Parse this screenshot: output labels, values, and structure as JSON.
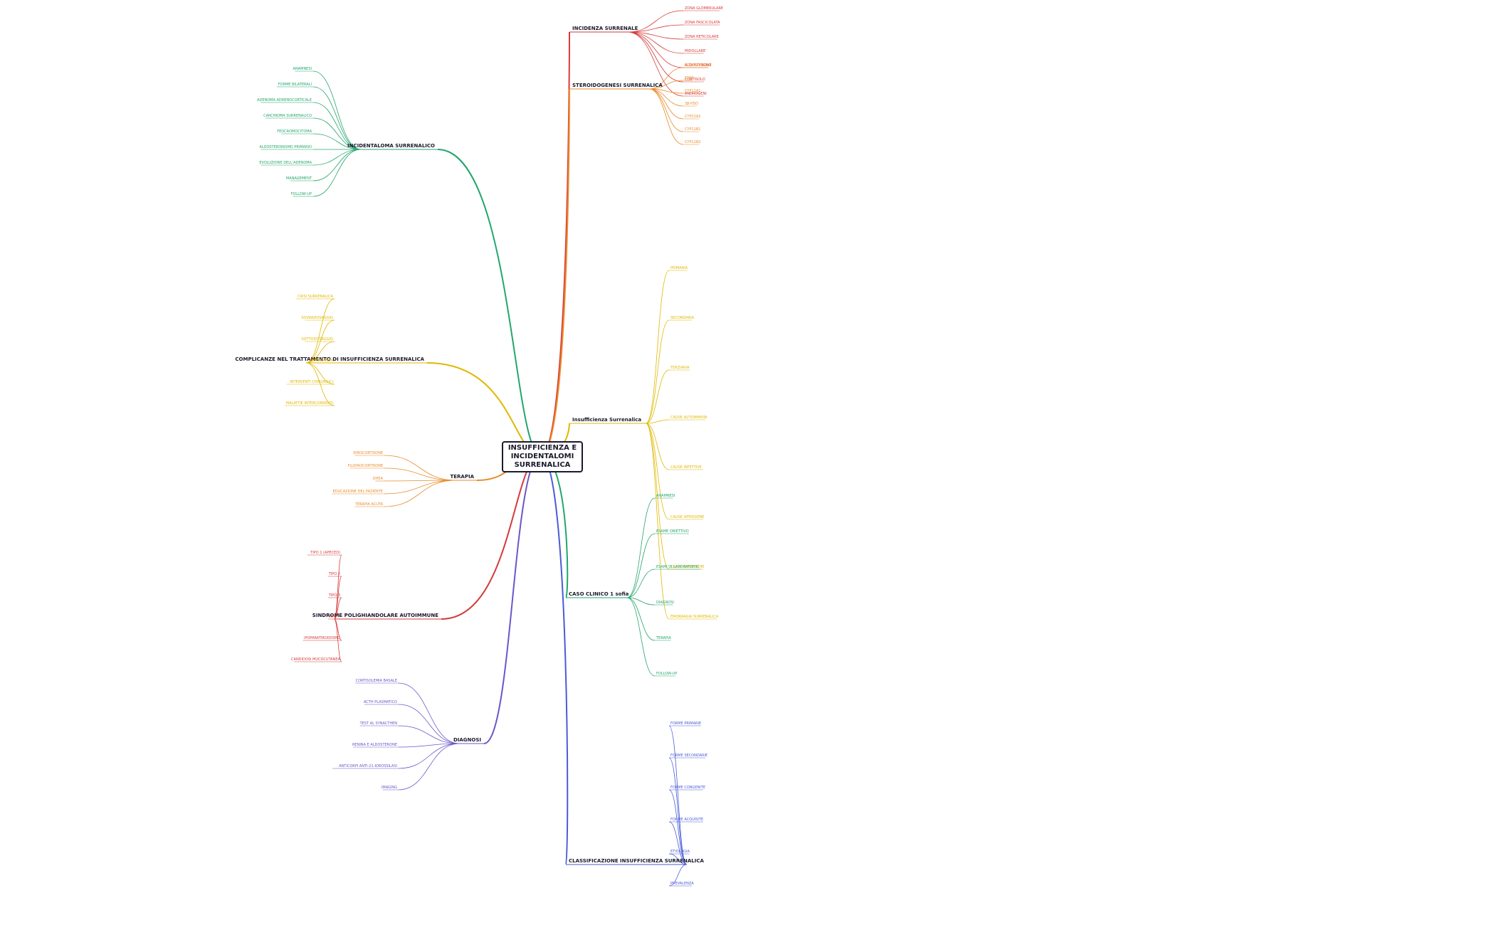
{
  "central_topic": "INSUFFICIENZA E INCIDENTALOMI SURRENALICA",
  "colors": {
    "ink": "#1a1a2e",
    "red": "#d63a3a",
    "orange": "#ea8a2a",
    "yellow": "#e0b800",
    "green": "#23a66d",
    "teal": "#2b9a8a",
    "blue": "#4a5bd6",
    "purple": "#6b56c9"
  },
  "branches": [
    {
      "id": "b1",
      "title": "INCIDENTALOMA SURRENALICO",
      "color": "green",
      "side": "left",
      "items": [
        "ANAMNESI",
        "FORME BILATERALI",
        "ADENOMA ADRENOCORTICALE",
        "CARCINOMA SURRENALICO",
        "FEOCROMOCITOMA",
        "ALDOSTERONISMO PRIMARIO",
        "EVOLUZIONE DELL'ADENOMA",
        "MANAGEMENT",
        "FOLLOW-UP"
      ]
    },
    {
      "id": "b2",
      "title": "COMPLICANZE NEL TRATTAMENTO DI INSUFFICIENZA SURRENALICA",
      "color": "yellow",
      "side": "left",
      "items": [
        "CRISI SURRENALICA",
        "SOVRADOSAGGIO",
        "SOTTODOSAGGIO",
        "GRAVIDANZA",
        "INTERVENTI CHIRURGICI",
        "MALATTIE INTERCORRENTI"
      ]
    },
    {
      "id": "b3",
      "title": "TERAPIA",
      "color": "orange",
      "side": "left",
      "items": [
        "IDROCORTISONE",
        "FLUDROCORTISONE",
        "DHEA",
        "EDUCAZIONE DEL PAZIENTE",
        "TERAPIA ACUTA"
      ]
    },
    {
      "id": "b4",
      "title": "SINDROME POLIGHIANDOLARE AUTOIMMUNE",
      "color": "red",
      "side": "left",
      "items": [
        "TIPO 1 (APECED)",
        "TIPO 2",
        "TIPO 3",
        "TIPO 4",
        "IPOPARATIROIDISMO",
        "CANDIDOSI MUCOCUTANEA"
      ]
    },
    {
      "id": "b5",
      "title": "DIAGNOSI",
      "color": "purple",
      "side": "left",
      "items": [
        "CORTISOLEMIA BASALE",
        "ACTH PLASMATICO",
        "TEST AL SYNACTHEN",
        "RENINA E ALDOSTERONE",
        "ANTICORPI ANTI-21-IDROSSILASI",
        "IMAGING"
      ]
    },
    {
      "id": "b6",
      "title": "INCIDENZA SURRENALE",
      "color": "red",
      "side": "right",
      "items": [
        "ZONA GLOMERULARE",
        "ZONA FASCICOLATA",
        "ZONA RETICOLARE",
        "MIDOLLARE",
        "ALDOSTERONE",
        "CORTISOLO",
        "ANDROGENI"
      ]
    },
    {
      "id": "b7",
      "title": "STEROIDOGENESI SURRENALICA",
      "color": "orange",
      "side": "right",
      "items": [
        "COLESTEROLO",
        "STAR",
        "CYP11A1",
        "3β-HSD",
        "CYP21A2",
        "CYP11B1",
        "CYP11B2"
      ]
    },
    {
      "id": "b8",
      "title": "Insufficienza Surrenalica",
      "color": "yellow",
      "side": "right",
      "items": [
        "PRIMARIA",
        "SECONDARIA",
        "TERZIARIA",
        "CAUSE AUTOIMMUNI",
        "CAUSE INFETTIVE",
        "CAUSE IATROGENE",
        "CAUSE GENETICHE",
        "EMORRAGIA SURRENALICA"
      ]
    },
    {
      "id": "b9",
      "title": "CASO CLINICO 1 sofia",
      "color": "green",
      "side": "right",
      "items": [
        "ANAMNESI",
        "ESAME OBIETTIVO",
        "ESAMI DI LABORATORIO",
        "DIAGNOSI",
        "TERAPIA",
        "FOLLOW-UP"
      ]
    },
    {
      "id": "b10",
      "title": "CLASSIFICAZIONE INSUFFICIENZA SURRENALICA",
      "color": "blue",
      "side": "right",
      "items": [
        "FORME PRIMARIE",
        "FORME SECONDARIE",
        "FORME CONGENITE",
        "FORME ACQUISITE",
        "ETIOLOGIA",
        "PREVALENZA"
      ]
    }
  ]
}
